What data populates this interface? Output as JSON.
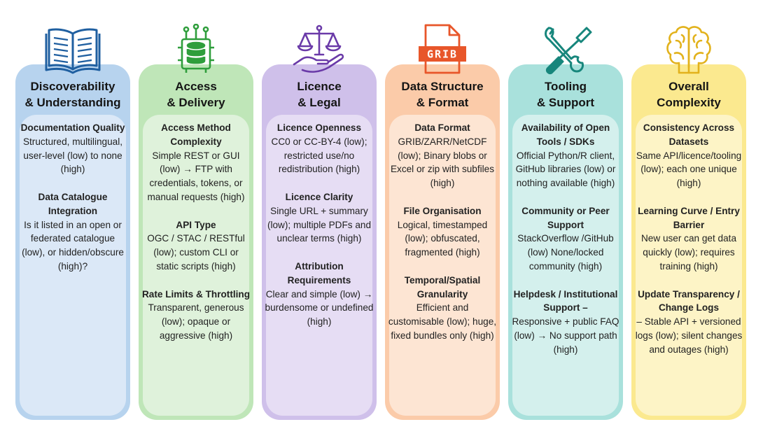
{
  "columns": [
    {
      "id": "discoverability",
      "icon": "open-book-icon",
      "bg": "#b7d3ee",
      "inner_bg": "#dbe8f7",
      "icon_color": "#1f5fa0",
      "title_line1": "Discoverability",
      "title_line2": "& Understanding",
      "items": [
        {
          "head": "Documentation Quality",
          "desc": "Structured, multilingual, user-level (low) to none (high)"
        },
        {
          "head": "Data Catalogue Integration",
          "desc": "Is it listed in an open or federated catalogue (low), or hidden/obscure (high)?"
        }
      ]
    },
    {
      "id": "access",
      "icon": "database-chip-icon",
      "bg": "#bfe6b8",
      "inner_bg": "#dff2db",
      "icon_color": "#2f9e3c",
      "title_line1": "Access",
      "title_line2": "& Delivery",
      "items": [
        {
          "head": "Access Method Complexity",
          "desc": "Simple REST or GUI (low) → FTP with credentials, tokens, or manual requests (high)"
        },
        {
          "head": "API Type",
          "desc": "OGC / STAC / RESTful  (low); custom CLI or static scripts (high)"
        },
        {
          "head": "Rate Limits & Throttling",
          "desc": "Transparent, generous (low); opaque or aggressive (high)"
        }
      ]
    },
    {
      "id": "licence",
      "icon": "scales-hand-icon",
      "bg": "#cfc0ea",
      "inner_bg": "#e6ddf4",
      "icon_color": "#6a3aa8",
      "title_line1": "Licence",
      "title_line2": "& Legal",
      "items": [
        {
          "head": "Licence Openness",
          "desc": "CC0 or CC-BY-4 (low); restricted use/no redistribution (high)"
        },
        {
          "head": "Licence Clarity",
          "desc": "Single URL + summary (low); multiple PDFs and unclear terms (high)"
        },
        {
          "head": "Attribution Requirements",
          "desc": "Clear and simple (low) → burdensome or undefined (high)"
        }
      ]
    },
    {
      "id": "data-structure",
      "icon": "grib-file-icon",
      "icon_label": "GRIB",
      "bg": "#fbcba9",
      "inner_bg": "#fde5d3",
      "icon_color": "#e8562a",
      "title_line1": "Data Structure",
      "title_line2": "& Format",
      "items": [
        {
          "head": "Data Format",
          "desc": "GRIB/ZARR/NetCDF (low); Binary blobs or Excel or zip with subfiles (high)"
        },
        {
          "head": "File Organisation",
          "desc": "Logical, timestamped (low); obfuscated, fragmented (high)"
        },
        {
          "head": "Temporal/Spatial Granularity",
          "desc": "Efficient and customisable (low); huge, fixed bundles only (high)"
        }
      ]
    },
    {
      "id": "tooling",
      "icon": "wrench-screwdriver-icon",
      "bg": "#a9e1dc",
      "inner_bg": "#d4f0ed",
      "icon_color": "#17867c",
      "title_line1": "Tooling",
      "title_line2": "& Support",
      "items": [
        {
          "head": "Availability of Open Tools / SDKs",
          "desc": "Official Python/R client, GitHub libraries (low) or nothing available (high)"
        },
        {
          "head": "Community or Peer Support",
          "desc": "StackOverflow /GitHub (low) None/locked community (high)"
        },
        {
          "head": "Helpdesk / Institutional Support –",
          "desc": "Responsive + public FAQ (low) → No support path (high)"
        }
      ]
    },
    {
      "id": "complexity",
      "icon": "brain-icon",
      "bg": "#fbe98f",
      "inner_bg": "#fdf4c6",
      "icon_color": "#e2b21c",
      "title_line1": "Overall",
      "title_line2": "Complexity",
      "items": [
        {
          "head": "Consistency Across Datasets",
          "desc": "Same API/licence/tooling (low); each one unique (high)"
        },
        {
          "head": "Learning Curve / Entry Barrier",
          "desc": "New user can get data quickly (low); requires training (high)"
        },
        {
          "head": "Update Transparency / Change Logs",
          "desc": "– Stable API + versioned logs (low); silent changes and outages (high)"
        }
      ]
    }
  ]
}
